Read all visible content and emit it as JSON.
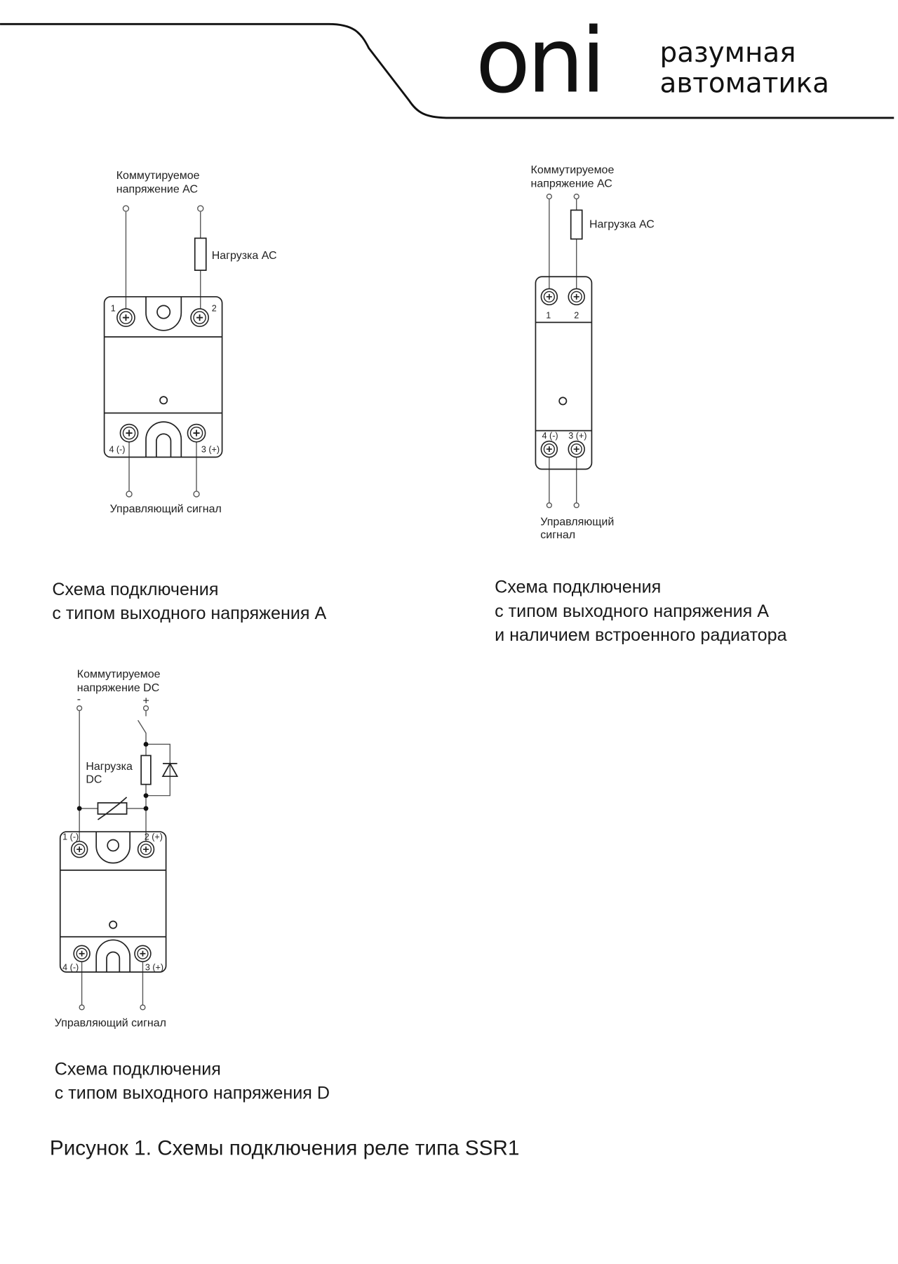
{
  "brand": {
    "logo": "oni",
    "tagline_1": "разумная",
    "tagline_2": "автоматика"
  },
  "diagram_a": {
    "supply_1": "Коммутируемое",
    "supply_2": "напряжение АС",
    "load": "Нагрузка АС",
    "t1": "1",
    "t2": "2",
    "t4": "4 (-)",
    "t3": "3 (+)",
    "control": "Управляющий сигнал",
    "caption_1": "Схема подключения",
    "caption_2": "с типом выходного напряжения A"
  },
  "diagram_b": {
    "supply_1": "Коммутируемое",
    "supply_2": "напряжение АС",
    "load": "Нагрузка АС",
    "t1": "1",
    "t2": "2",
    "t4": "4 (-)",
    "t3": "3 (+)",
    "control_1": "Управляющий",
    "control_2": "сигнал",
    "caption_1": "Схема подключения",
    "caption_2": "с типом выходного напряжения A",
    "caption_3": "и наличием встроенного радиатора"
  },
  "diagram_d": {
    "supply_1": "Коммутируемое",
    "supply_2": "напряжение DC",
    "minus": "-",
    "plus": "+",
    "load_1": "Нагрузка",
    "load_2": "DC",
    "t1": "1 (-)",
    "t2": "2 (+)",
    "t4": "4 (-)",
    "t3": "3 (+)",
    "control": "Управляющий сигнал",
    "caption_1": "Схема подключения",
    "caption_2": "с типом выходного напряжения D"
  },
  "figure_caption": "Рисунок 1. Схемы подключения реле типа SSR1"
}
